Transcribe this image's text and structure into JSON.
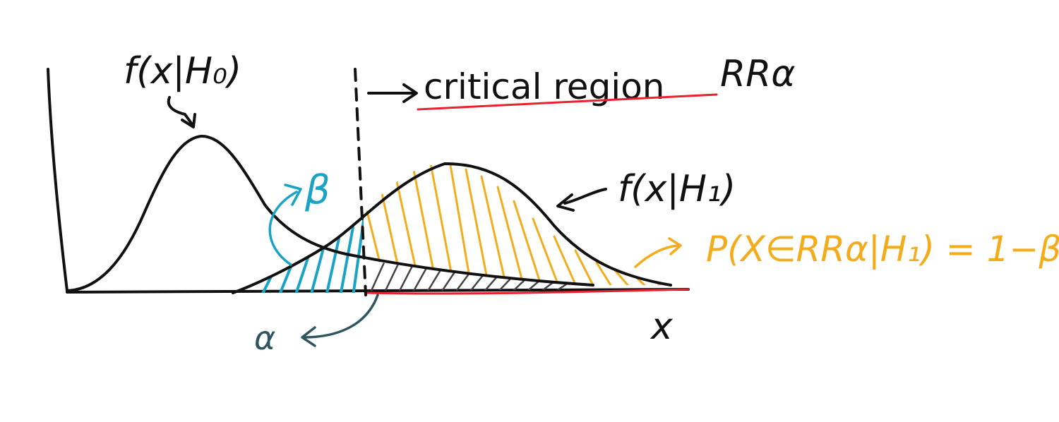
{
  "colors": {
    "ink": "#111111",
    "alpha_hatch": "#444444",
    "beta_hatch": "#1ba3c6",
    "power_hatch": "#f2ac1c",
    "underline": "#e8222e",
    "alpha_label": "#2f5560"
  },
  "labels": {
    "h0_curve": "f(x|H₀)",
    "h1_curve": "f(x|H₁)",
    "critical_region": "critical region",
    "rr_alpha": "RRα",
    "beta": "β",
    "alpha": "α",
    "power": "P(X∈RRα|H₁) = 1−β",
    "x_axis": "x"
  }
}
